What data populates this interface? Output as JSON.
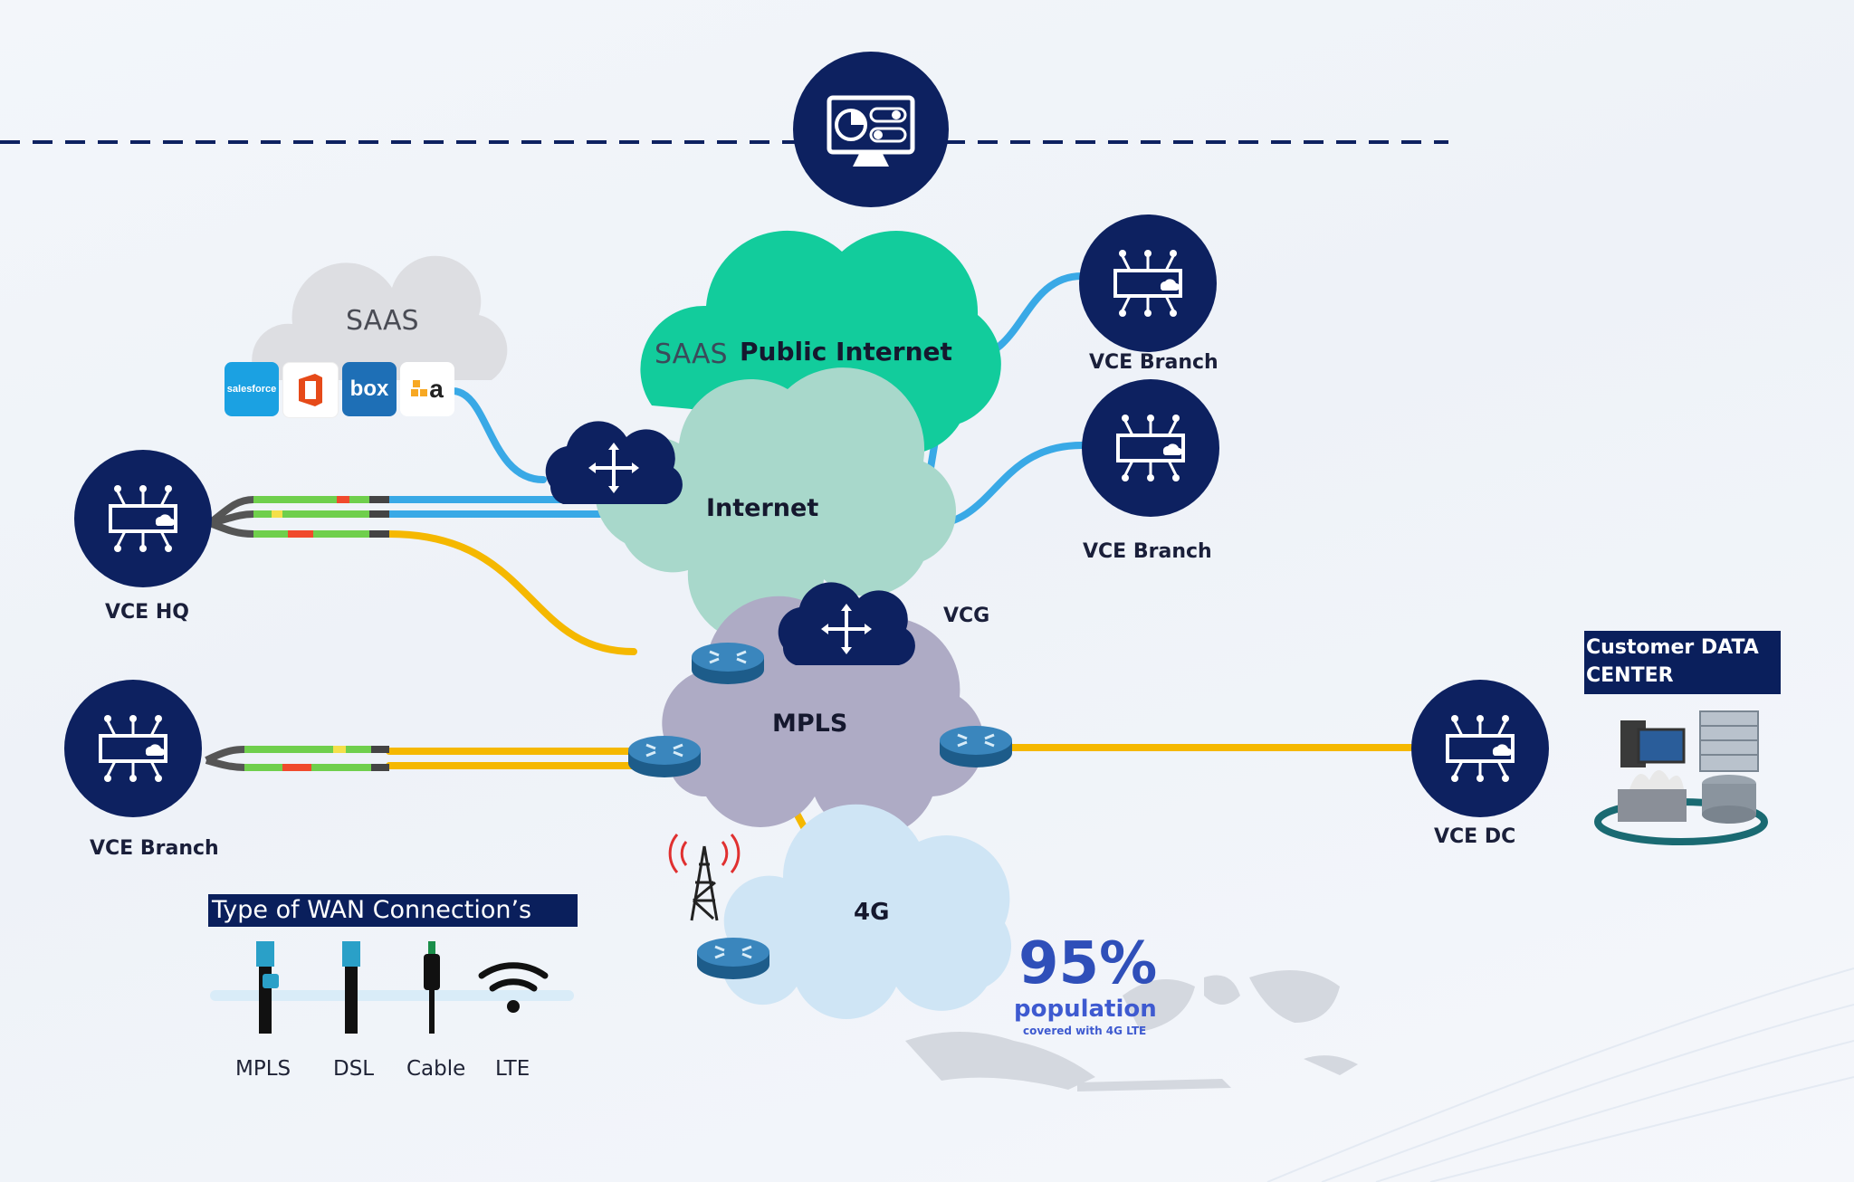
{
  "clouds": {
    "saas": "SAAS",
    "public_internet_prefix": "SAAS",
    "public_internet": "Public Internet",
    "internet": "Internet",
    "mpls": "MPLS",
    "fourg": "4G"
  },
  "nodes": {
    "vce_hq": "VCE HQ",
    "vce_branch_top": "VCE Branch",
    "vce_branch_mid": "VCE Branch",
    "vce_branch_left": "VCE Branch",
    "vce_dc": "VCE DC",
    "vcg": "VCG"
  },
  "saas_apps": [
    "salesforce",
    "box",
    "a"
  ],
  "datacenter": {
    "title": "Customer DATA CENTER"
  },
  "coverage": {
    "percent": "95%",
    "label": "population",
    "sub": "covered with 4G LTE"
  },
  "legend": {
    "title": "Type  of  WAN  Connection’s",
    "items": [
      "MPLS",
      "DSL",
      "Cable",
      "LTE"
    ]
  },
  "colors": {
    "navy": "#0d2160",
    "internet_line": "#39a9e6",
    "mpls_line": "#f5b800",
    "public_internet_cloud": "#12cc9c",
    "internet_cloud": "#a8d8cb",
    "mpls_cloud": "#aeabc5",
    "fourg_cloud": "#cfe5f5",
    "saas_cloud": "#dddee2"
  }
}
